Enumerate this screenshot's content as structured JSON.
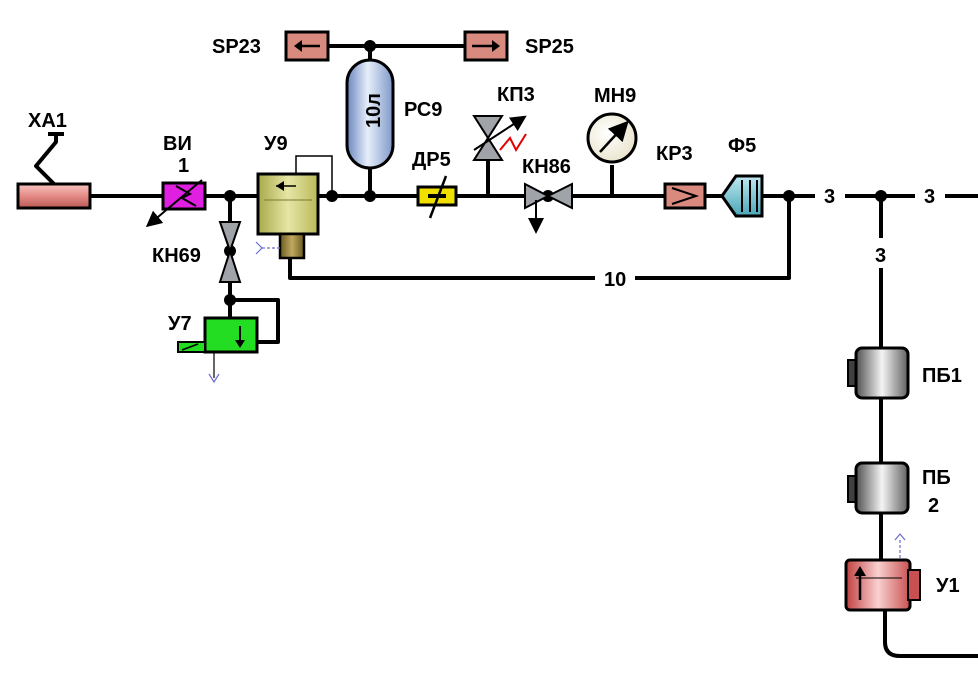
{
  "labels": {
    "xa1": "ХА1",
    "vi": "ВИ",
    "vi_num": "1",
    "u9": "У9",
    "sp23": "SP23",
    "sp25": "SP25",
    "rs9": "РС9",
    "rs9_vol": "10л",
    "kp3": "КП3",
    "dr5": "ДР5",
    "kn86": "КН86",
    "mn9": "МН9",
    "kr3": "КР3",
    "f5": "Ф5",
    "kn69": "КН69",
    "u7": "У7",
    "line_10": "10",
    "line_3a": "3",
    "line_3b": "3",
    "line_3c": "3",
    "pb1": "ПБ1",
    "pb2": "ПБ",
    "pb2_num": "2",
    "u1": "У1"
  },
  "colors": {
    "pipe": "#000000",
    "xa1": "#e58a86",
    "vi": "#e020e0",
    "u9": "#c8c870",
    "sp": "#d98a7f",
    "rs9": "#a9bde0",
    "dr5": "#f0e000",
    "kn": "#a0a4a8",
    "kr3": "#d98a7f",
    "f5": "#7ec8d8",
    "u7": "#22dd22",
    "pb": "#b0b0b0",
    "u1": "#e07070",
    "kp3_arc": "#e00000"
  }
}
